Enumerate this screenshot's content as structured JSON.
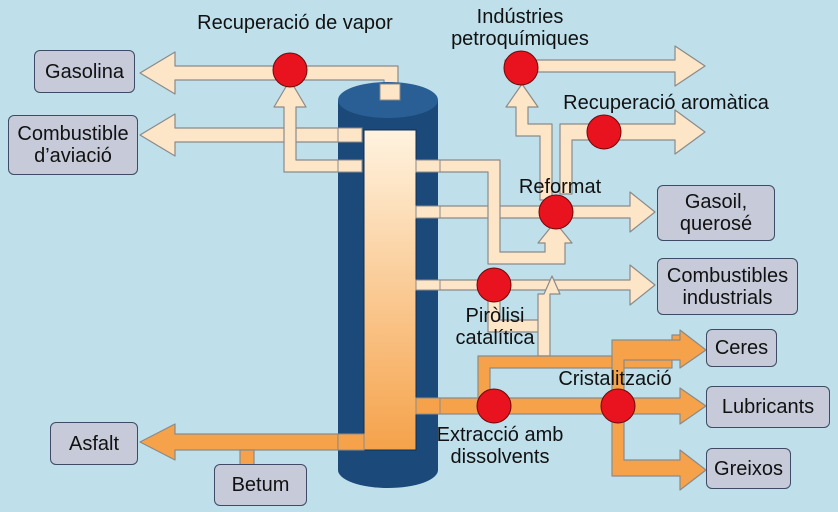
{
  "colors": {
    "background": "#bfe0ea",
    "column_outer": "#1b4a7a",
    "column_gradient_top": "#fff3e0",
    "column_gradient_bottom": "#f5a24a",
    "light_arrow": "#fde5c8",
    "dark_arrow": "#f5a24a",
    "process_node": "#e8131e",
    "product_box": "#c6cad9"
  },
  "products": {
    "gasolina": "Gasolina",
    "combustible_aviacio": "Combustible\nd’aviació",
    "gasoil_querose": "Gasoil,\nquerosé",
    "combustibles_industrials": "Combustibles\nindustrials",
    "ceres": "Ceres",
    "lubricants": "Lubricants",
    "greixos": "Greixos",
    "asfalt": "Asfalt",
    "betum": "Betum"
  },
  "processes": {
    "recuperacio_vapor": "Recuperació de vapor",
    "industries_petroquimiques": "Indústries\npetroquímiques",
    "recuperacio_aromatica": "Recuperació aromàtica",
    "reformat": "Reformat",
    "pirolisi_catalitica": "Piròlisi\ncatalítica",
    "cristalitzacio": "Cristalització",
    "extraccio_dissolvents": "Extracció amb\ndissolvents"
  },
  "icons": [
    "distillation-column",
    "process-node-circle",
    "flow-arrow"
  ]
}
